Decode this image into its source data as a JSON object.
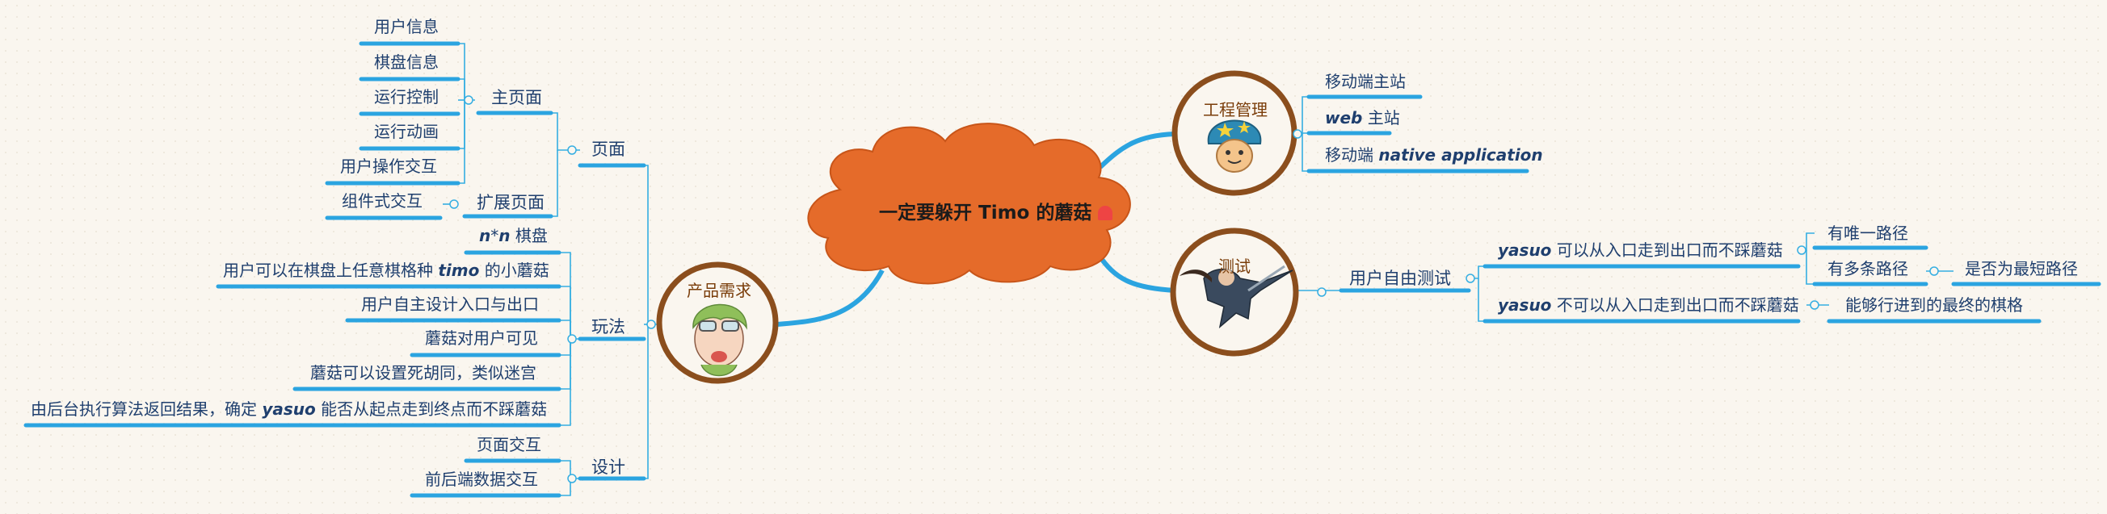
{
  "colors": {
    "line": "#2ba4e0",
    "cloud": "#e56b2a",
    "ring": "#8b4e1d",
    "text": "#1f3f6e"
  },
  "center": {
    "title": "一定要躲开 Timo 的蘑菇"
  },
  "topics": {
    "product": "产品需求",
    "engineering": "工程管理",
    "testing": "测试"
  },
  "product": {
    "page": {
      "label": "页面",
      "main": {
        "label": "主页面",
        "items": [
          "用户信息",
          "棋盘信息",
          "运行控制",
          "运行动画",
          "用户操作交互"
        ]
      },
      "extend": {
        "label": "扩展页面",
        "items": [
          "组件式交互"
        ]
      }
    },
    "play": {
      "label": "玩法",
      "items": [
        "n*n 棋盘",
        "用户可以在棋盘上任意棋格种 timo 的小蘑菇",
        "用户自主设计入口与出口",
        "蘑菇对用户可见",
        "蘑菇可以设置死胡同，类似迷宫",
        "由后台执行算法返回结果，确定 yasuo 能否从起点走到终点而不踩蘑菇"
      ]
    },
    "design": {
      "label": "设计",
      "items": [
        "页面交互",
        "前后端数据交互"
      ]
    }
  },
  "engineering": {
    "items": [
      "移动端主站",
      "web 主站",
      "移动端 native application"
    ]
  },
  "testing": {
    "child": "用户自由测试",
    "case1": "yasuo 可以从入口走到出口而不踩蘑菇",
    "case1_children": [
      "有唯一路径",
      "有多条路径"
    ],
    "case1_grandchild": "是否为最短路径",
    "case2": "yasuo 不可以从入口走到出口而不踩蘑菇",
    "case2_child": "能够行进到的最终的棋格"
  }
}
